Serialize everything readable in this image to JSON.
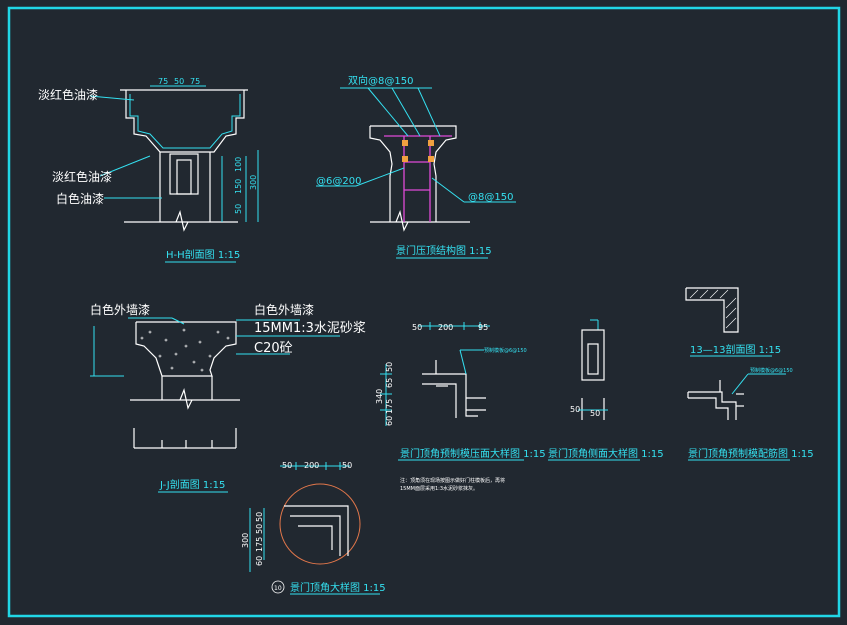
{
  "colors": {
    "background": "#212830",
    "frame": "#21d6e6",
    "linework": "#ffffff",
    "annotation": "#34e0f0",
    "rebar": "#e04ad8",
    "rebar_highlight": "#f0a040",
    "detail_circle": "#e0764a"
  },
  "hh_section": {
    "title": "H-H剖面图 1:15",
    "label_top": "淡红色油漆",
    "label_mid": "淡红色油漆",
    "label_bot": "白色油漆",
    "dim_top_a": "75",
    "dim_top_b": "50",
    "dim_top_c": "75",
    "dim_v_150": "150",
    "dim_v_100": "100",
    "dim_v_300": "300",
    "dim_v_50": "50"
  },
  "structure": {
    "title": "景门压顶结构图 1:15",
    "callout_top": "双向@8@150",
    "callout_left": "@6@200",
    "callout_right": "@8@150"
  },
  "jj_section": {
    "title": "J-J剖面图 1:15",
    "label_a": "白色外墙漆",
    "label_b": "白色外墙漆",
    "label_c": "15MM1:3水泥砂浆",
    "label_d": "C20砼"
  },
  "plan_detail": {
    "title": "景门顶角预制模压面大样图 1:15",
    "callout": "预制模板@6@150",
    "dim_50": "50",
    "dim_200": "200",
    "dim_95": "95",
    "dim_v_50": "50",
    "dim_v_65": "65",
    "dim_v_340": "340",
    "dim_v_175": "175",
    "dim_v_60": "60",
    "note_line1": "注：顶角须在现场按图示做好门柱模板后，再将",
    "note_line2": "15MM面层采用1:3水泥砂浆抹灰。"
  },
  "side_detail": {
    "title": "景门顶角侧面大样图 1:15",
    "dim_50a": "50",
    "dim_50b": "50"
  },
  "section_13": {
    "title": "13—13剖面图 1:15"
  },
  "mold_detail": {
    "title": "景门顶角预制模配筋图 1:15",
    "callout": "预制模板@6@150"
  },
  "corner_detail": {
    "title": "景门顶角大样图 1:15",
    "marker": "10",
    "dim_50a": "50",
    "dim_200": "200",
    "dim_50b": "50",
    "dim_v_50a": "50",
    "dim_v_50b": "50",
    "dim_v_175": "175",
    "dim_v_60": "60",
    "dim_v_300": "300"
  }
}
